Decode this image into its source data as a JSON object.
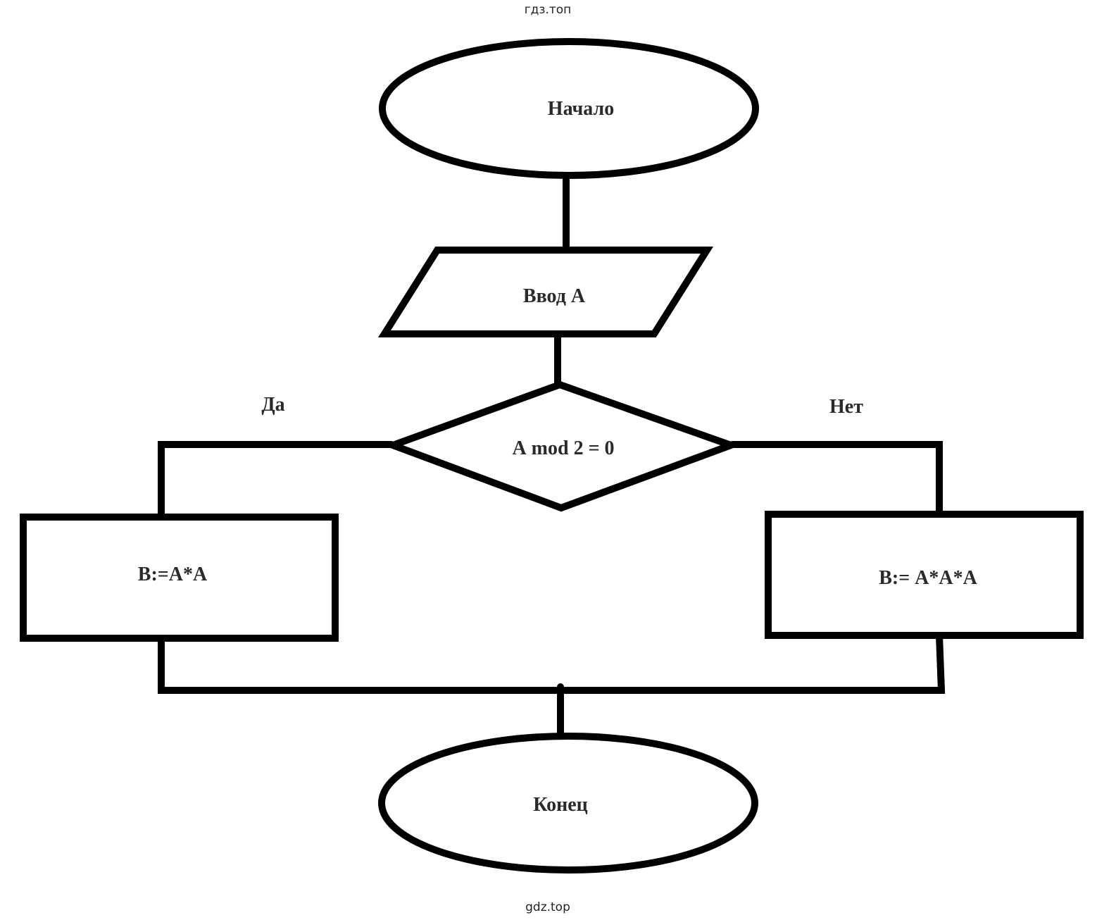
{
  "watermark_top": "гдз.топ",
  "watermark_bottom": "gdz.top",
  "nodes": {
    "start": "Начало",
    "input": "Ввод А",
    "condition": "А mod 2 = 0",
    "branch_yes": "В:=А*А",
    "branch_no": "В:= А*А*А",
    "end": "Конец"
  },
  "labels": {
    "yes": "Да",
    "no": "Нет"
  },
  "colors": {
    "stroke": "#000000",
    "background": "#ffffff"
  }
}
